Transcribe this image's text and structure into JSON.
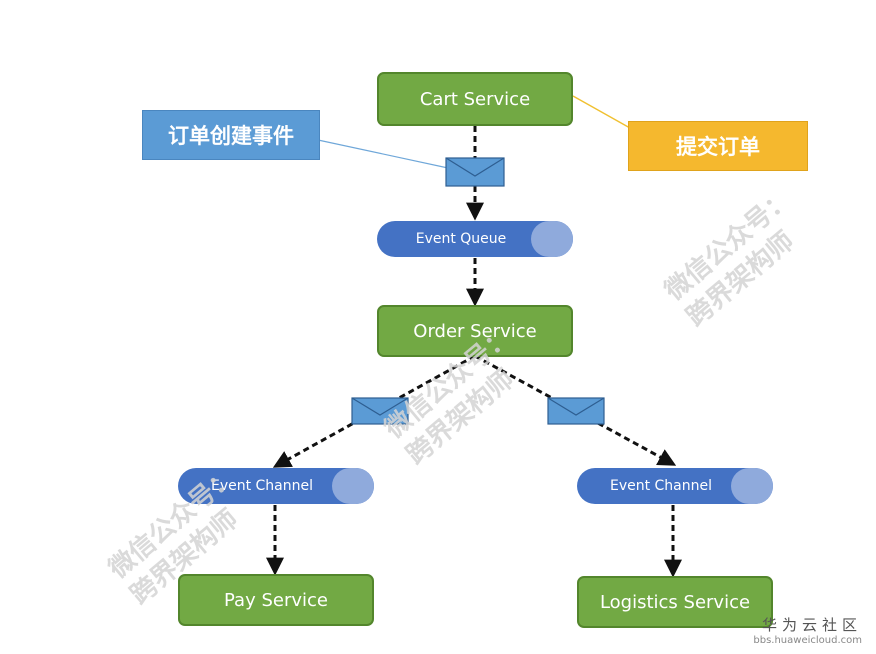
{
  "nodes": {
    "cart_service": "Cart Service",
    "event_queue": "Event  Queue",
    "order_service": "Order Service",
    "event_channel_left": "Event  Channel",
    "event_channel_right": "Event  Channel",
    "pay_service": "Pay Service",
    "logistics_service": "Logistics Service"
  },
  "callouts": {
    "order_created_event": "订单创建事件",
    "submit_order": "提交订单"
  },
  "watermark": {
    "line1": "微信公众号：",
    "line2": "跨界架构师"
  },
  "brand": {
    "name": "华为云社区",
    "url": "bbs.huaweicloud.com"
  },
  "colors": {
    "service_fill": "#72a944",
    "queue_fill": "#4472c4",
    "event_box": "#5b9bd5",
    "note_box": "#f5b82e"
  }
}
